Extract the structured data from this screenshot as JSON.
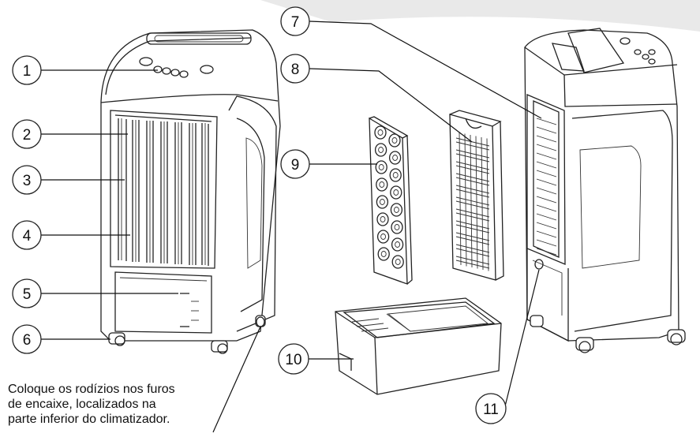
{
  "callouts": [
    {
      "id": "1",
      "label": "1"
    },
    {
      "id": "2",
      "label": "2"
    },
    {
      "id": "3",
      "label": "3"
    },
    {
      "id": "4",
      "label": "4"
    },
    {
      "id": "5",
      "label": "5"
    },
    {
      "id": "6",
      "label": "6"
    },
    {
      "id": "7",
      "label": "7"
    },
    {
      "id": "8",
      "label": "8"
    },
    {
      "id": "9",
      "label": "9"
    },
    {
      "id": "10",
      "label": "10"
    },
    {
      "id": "11",
      "label": "11"
    }
  ],
  "note": {
    "line1": "Coloque os rodízios nos furos",
    "line2": "de encaixe, localizados na",
    "line3": "parte inferior do climatizador."
  }
}
